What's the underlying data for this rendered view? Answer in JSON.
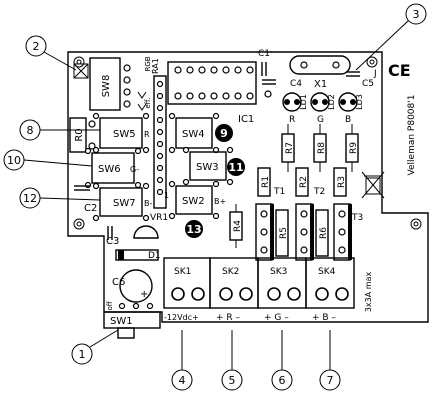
{
  "switches": {
    "sw1": "SW1",
    "sw2": "SW2",
    "sw3": "SW3",
    "sw4": "SW4",
    "sw5": "SW5",
    "sw6": "SW6",
    "sw7": "SW7",
    "sw8": "SW8"
  },
  "switch_side_labels": {
    "r": "R",
    "g": "G-",
    "b": "B-",
    "bplus": "B+"
  },
  "resistors": {
    "r0": "R0",
    "r1": "R1",
    "r2": "R2",
    "r3": "R3",
    "r4": "R4",
    "r5": "R5",
    "r6": "R6",
    "r7": "R7",
    "r8": "R8",
    "r9": "R9"
  },
  "transistors": {
    "t1": "T1",
    "t2": "T2",
    "t3": "T3"
  },
  "leds": {
    "ld1": "LD1",
    "ld2": "LD2",
    "ld3": "LD3"
  },
  "led_colors": {
    "r": "R",
    "g": "G",
    "b": "B"
  },
  "caps": {
    "c1": "C1",
    "c2": "C2",
    "c3": "C3",
    "c4": "C4",
    "c5": "C5",
    "c6": "C6"
  },
  "misc": {
    "ic1": "IC1",
    "x1": "X1",
    "ra1": "RA1",
    "vr1": "VR1",
    "d1": "D1",
    "j": "J",
    "rgb": "RGB",
    "eff": "eff.",
    "one": "1",
    "off": "off",
    "plus": "+",
    "ce": "CE"
  },
  "connectors": {
    "sk1": "SK1",
    "sk2": "SK2",
    "sk3": "SK3",
    "sk4": "SK4"
  },
  "terminal_labels": {
    "sk1": "-12Vdc+",
    "sk2": "+  R  –",
    "sk3": "+  G  –",
    "sk4": "+  B  –"
  },
  "board_text": {
    "maker": "Velleman P8008'1",
    "rating": "3x3A max"
  },
  "badges": {
    "b9": "9",
    "b11": "11",
    "b13": "13"
  },
  "callouts": {
    "c1": "1",
    "c2": "2",
    "c3": "3",
    "c4": "4",
    "c5": "5",
    "c6": "6",
    "c7": "7",
    "c8": "8",
    "c10": "10",
    "c12": "12"
  }
}
